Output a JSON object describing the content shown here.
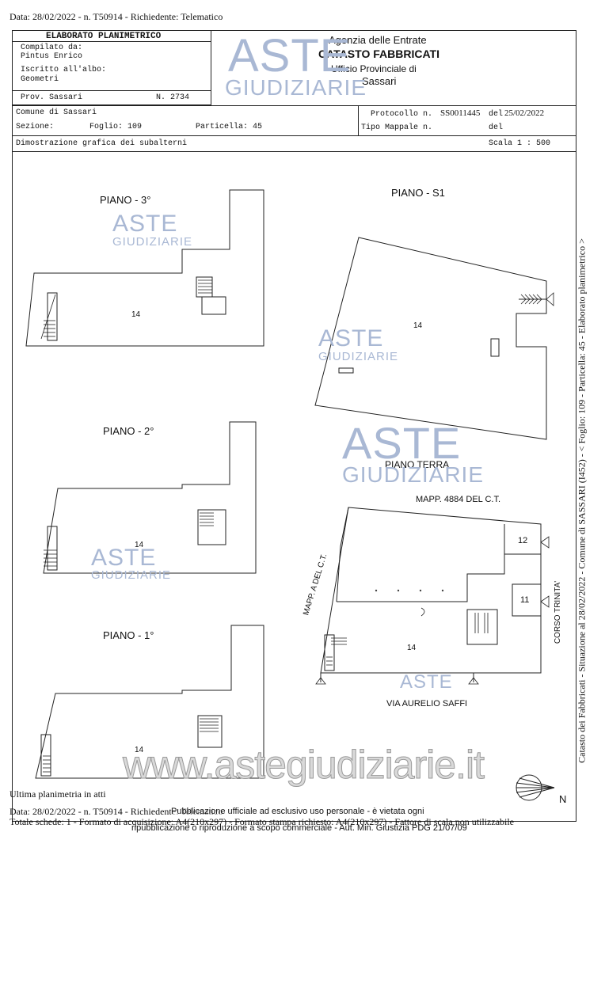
{
  "header_line": "Data: 28/02/2022 - n. T50914 - Richiedente: Telematico",
  "title_block": {
    "heading": "ELABORATO PLANIMETRICO",
    "compiled_label": "Compilato da:",
    "compiled_name": "Pintus Enrico",
    "register_label": "Iscritto all'albo:",
    "register_value": "Geometri",
    "province": "Prov. Sassari",
    "number": "N. 2734"
  },
  "agency": {
    "line1": "Agenzia delle Entrate",
    "line2": "CATASTO FABBRICATI",
    "line3": "Ufficio Provinciale di",
    "line4": "Sassari"
  },
  "info": {
    "comune": "Comune di Sassari",
    "sezione": "Sezione:",
    "foglio": "Foglio: 109",
    "particella": "Particella: 45",
    "protocollo_label": "Protocollo n.",
    "protocollo_value": "SS0011445",
    "del_label": "del",
    "del_value": "25/02/2022",
    "tipo_mappale": "Tipo Mappale n.",
    "del2": "del",
    "dimostrazione": "Dimostrazione grafica dei subalterni",
    "scala": "Scala 1 : 500"
  },
  "plans": {
    "p3_title": "PIANO - 3°",
    "p3_num": "14",
    "s1_title": "PIANO - S1",
    "s1_num": "14",
    "p2_title": "PIANO - 2°",
    "p2_num": "14",
    "terra_title": "PIANO TERRA",
    "p1_title": "PIANO - 1°",
    "p1_num": "14",
    "mapp4884": "MAPP. 4884 DEL C.T.",
    "mapp_a": "MAPP. A DEL C.T.",
    "corso": "CORSO TRINITA'",
    "via": "VIA AURELIO SAFFI",
    "sub12": "12",
    "sub11": "11",
    "sub14": "14"
  },
  "side_text": "Catasto dei Fabbricati - Situazione al 28/02/2022 - Comune di SASSARI (I452) - < Foglio: 109 - Particella: 45 - Elaborato planimetrico >",
  "watermarks": {
    "aste": "ASTE",
    "giudiziarie": "GIUDIZIARIE",
    "website": "www.astegiudiziarie.it"
  },
  "compass_n": "N",
  "footer": {
    "ultima": "Ultima planimetria in atti",
    "data_line": "Data: 28/02/2022 - n. T50914 - Richiedente: Telematico",
    "totale_line": "Totale schede: 1 - Formato di acquisizione: A4(210x297) - Formato stampa richiesto: A4(210x297) - Fattore di scala non utilizzabile",
    "pub_line1": "Pubblicazione ufficiale ad esclusivo uso personale - è vietata ogni",
    "pub_line2": "ripubblicazione o riproduzione a scopo commerciale - Aut. Min. Giustizia PDG 21/07/09"
  }
}
